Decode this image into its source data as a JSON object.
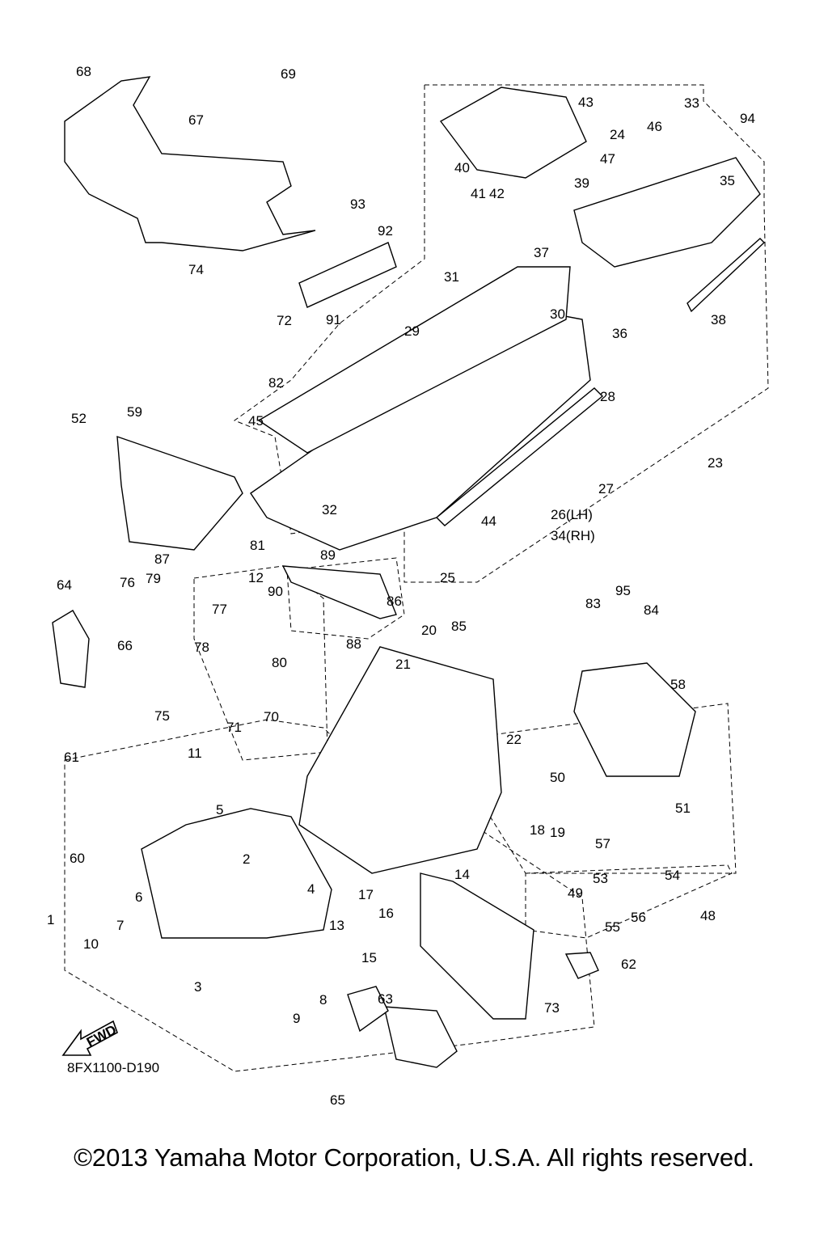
{
  "diagram": {
    "code": "8FX1100-D190",
    "fwd_label": "FWD",
    "copyright": "©2013 Yamaha Motor Corporation, U.S.A. All rights reserved."
  },
  "callouts": [
    "1",
    "2",
    "3",
    "4",
    "5",
    "6",
    "7",
    "8",
    "9",
    "10",
    "11",
    "12",
    "13",
    "14",
    "15",
    "16",
    "17",
    "18",
    "19",
    "20",
    "21",
    "22",
    "23",
    "24",
    "25",
    "26(LH)",
    "27",
    "28",
    "29",
    "30",
    "31",
    "32",
    "33",
    "34(RH)",
    "35",
    "36",
    "37",
    "38",
    "39",
    "40",
    "41",
    "42",
    "43",
    "44",
    "45",
    "46",
    "47",
    "48",
    "49",
    "50",
    "51",
    "52",
    "53",
    "54",
    "55",
    "56",
    "57",
    "58",
    "59",
    "60",
    "61",
    "62",
    "63",
    "64",
    "65",
    "66",
    "67",
    "68",
    "69",
    "70",
    "71",
    "72",
    "73",
    "74",
    "75",
    "76",
    "77",
    "78",
    "79",
    "80",
    "81",
    "82",
    "83",
    "84",
    "85",
    "86",
    "87",
    "88",
    "89",
    "90",
    "91",
    "92",
    "93",
    "94",
    "95"
  ]
}
